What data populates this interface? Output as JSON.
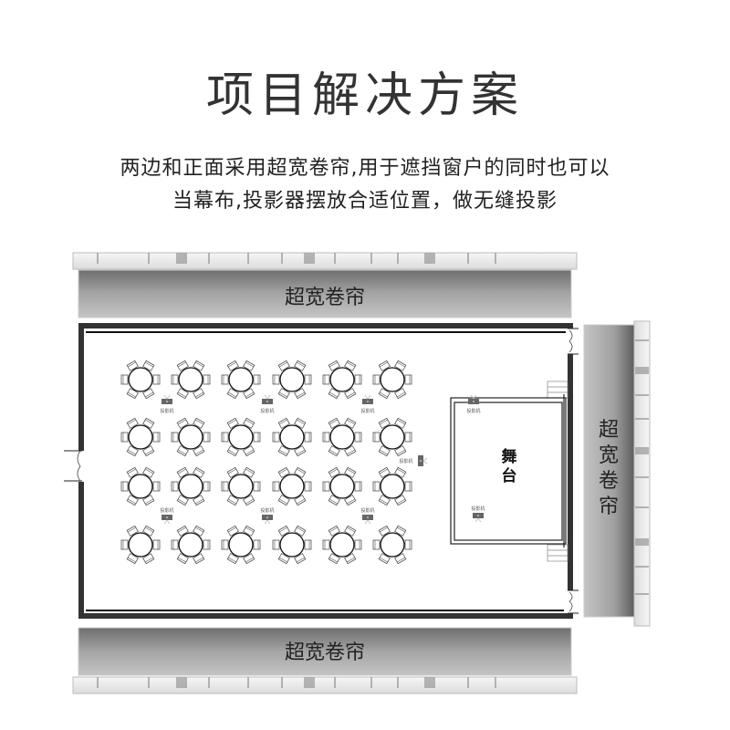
{
  "title": "项目解决方案",
  "description": [
    "两边和正面采用超宽卷帘,用于遮挡窗户的同时也可以",
    "当幕布,投影器摆放合适位置，做无缝投影"
  ],
  "curtain_label": "超宽卷帘",
  "stage_label": [
    "舞",
    "台"
  ],
  "projector_label": "投影机",
  "layout": {
    "table_rows": 4,
    "table_cols": 6,
    "chairs_per_table": 6
  },
  "colors": {
    "curtain": "#8f8f8f",
    "wall": "#333333",
    "projector": "#666666"
  }
}
